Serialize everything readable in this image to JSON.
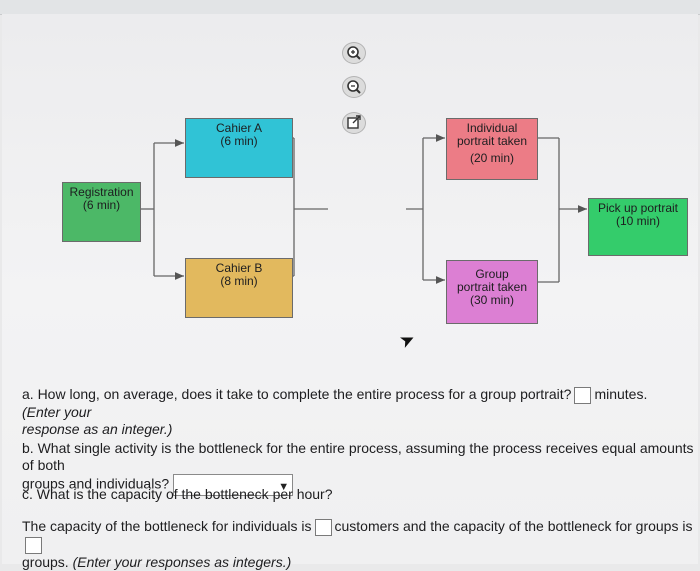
{
  "diagram": {
    "registration": {
      "name": "Registration",
      "time": "(6 min)"
    },
    "cashier_a": {
      "name": "Cahier A",
      "time": "(6 min)"
    },
    "cashier_b": {
      "name": "Cahier B",
      "time": "(8 min)"
    },
    "individual": {
      "name1": "Individual",
      "name2": "portrait taken",
      "time": "(20 min)"
    },
    "group": {
      "name1": "Group",
      "name2": "portrait taken",
      "time": "(30 min)"
    },
    "pickup": {
      "name": "Pick up portrait",
      "time": "(10 min)"
    }
  },
  "tools": {
    "zoom_in": "zoom-in-icon",
    "zoom_out": "zoom-out-icon",
    "popout": "popout-icon"
  },
  "questions": {
    "a_prefix": "a. How long, on average, does it take to complete the entire process for a group portrait?",
    "a_suffix": "minutes.",
    "a_note1": "(Enter your",
    "a_note2": "response as an integer.)",
    "b_line1": "b. What single activity is the bottleneck for the entire process, assuming the process receives equal amounts of both",
    "b_line2": "groups and individuals?",
    "b_selected": "",
    "c_question": "c. What is the capacity of the bottleneck per hour?",
    "c_line1_prefix": "The capacity of the bottleneck for individuals is",
    "c_line1_suffix": "customers and the capacity of the bottleneck for groups is",
    "c_line2": "groups.",
    "c_note": "(Enter your responses as integers.)"
  }
}
